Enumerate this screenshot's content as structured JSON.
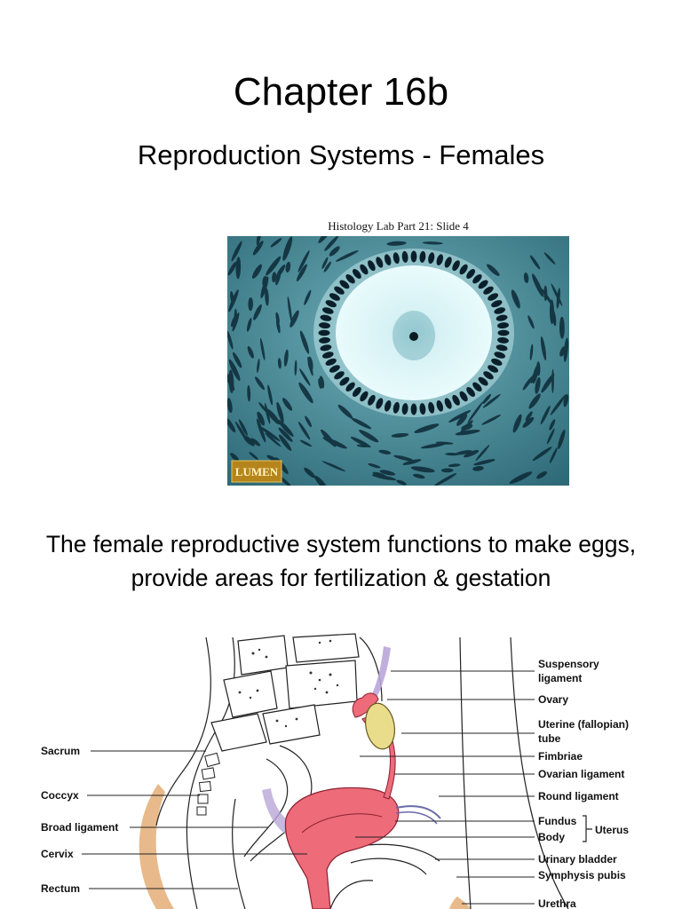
{
  "header": {
    "title": "Chapter 16b",
    "subtitle": "Reproduction Systems - Females"
  },
  "histology": {
    "caption": "Histology Lab Part 21: Slide 4",
    "logo_text": "LUMEN",
    "colors": {
      "background": "#2f6a78",
      "stroma": "#0c2a36",
      "oocyte": "#dff6f8",
      "granulosa": "#0a1f2a"
    }
  },
  "body": {
    "line1": "The female reproductive system functions to make eggs,",
    "line2": "provide areas for fertilization & gestation"
  },
  "diagram": {
    "colors": {
      "uterus": "#ee6b7a",
      "ovary": "#e9dc8a",
      "bone": "#e8b98a"
    },
    "labels_left": [
      "Sacrum",
      "Coccyx",
      "Broad ligament",
      "Cervix",
      "Rectum"
    ],
    "labels_right": {
      "suspensory_1": "Suspensory",
      "suspensory_2": "ligament",
      "ovary": "Ovary",
      "uterine_tube_1": "Uterine (fallopian)",
      "uterine_tube_2": "tube",
      "fimbriae": "Fimbriae",
      "ovarian_ligament": "Ovarian ligament",
      "round_ligament": "Round ligament",
      "fundus": "Fundus",
      "body": "Body",
      "uterus": "Uterus",
      "urinary_bladder": "Urinary bladder",
      "symphysis_pubis": "Symphysis pubis",
      "urethra": "Urethra"
    }
  }
}
